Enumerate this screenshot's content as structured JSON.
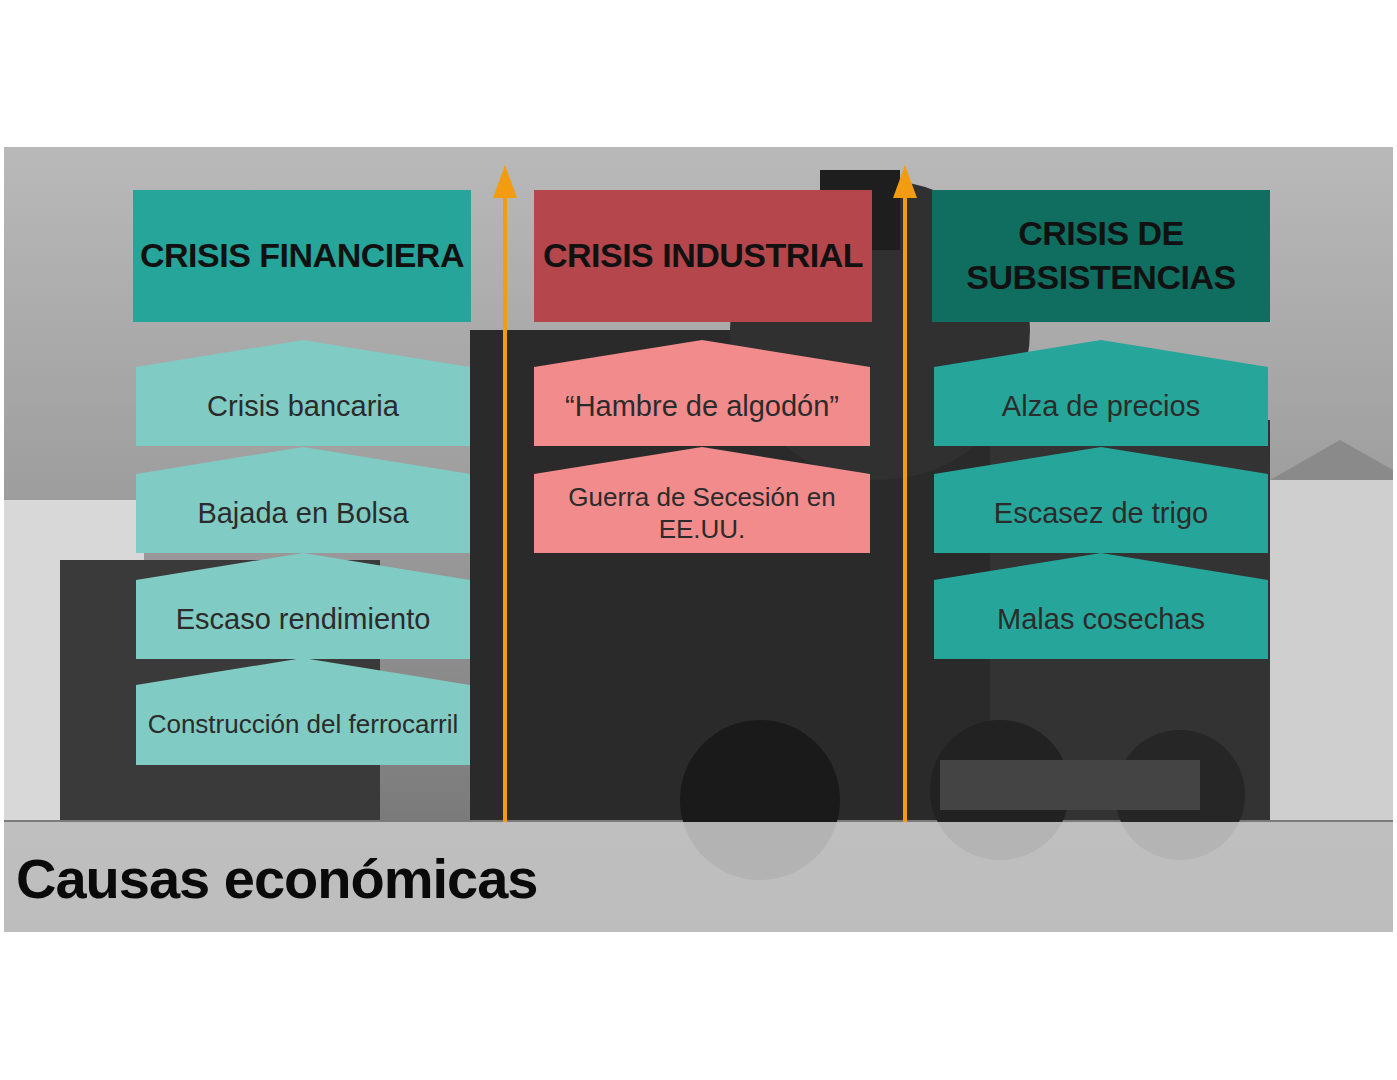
{
  "diagram": {
    "title": "Causas económicas",
    "nodes": [
      {
        "text": [
          "CRISIS FINANCIERA"
        ]
      },
      {
        "text": [
          "Crisis bancaria"
        ]
      },
      {
        "text": [
          "Bajada en Bolsa"
        ]
      },
      {
        "text": [
          "Escaso rendimiento"
        ]
      },
      {
        "text": [
          "Construcción del ferrocarril"
        ]
      },
      {
        "text": [
          "CRISIS INDUSTRIAL"
        ]
      },
      {
        "text": [
          "“Hambre de algodón”"
        ]
      },
      {
        "text": [
          "Guerra de Secesión en EE.UU."
        ]
      },
      {
        "text": [
          "CRISIS DE SUBSISTENCIAS"
        ]
      },
      {
        "text": [
          "Alza de precios"
        ]
      },
      {
        "text": [
          "Escasez de trigo"
        ]
      },
      {
        "text": [
          "Malas cosechas"
        ]
      }
    ]
  }
}
